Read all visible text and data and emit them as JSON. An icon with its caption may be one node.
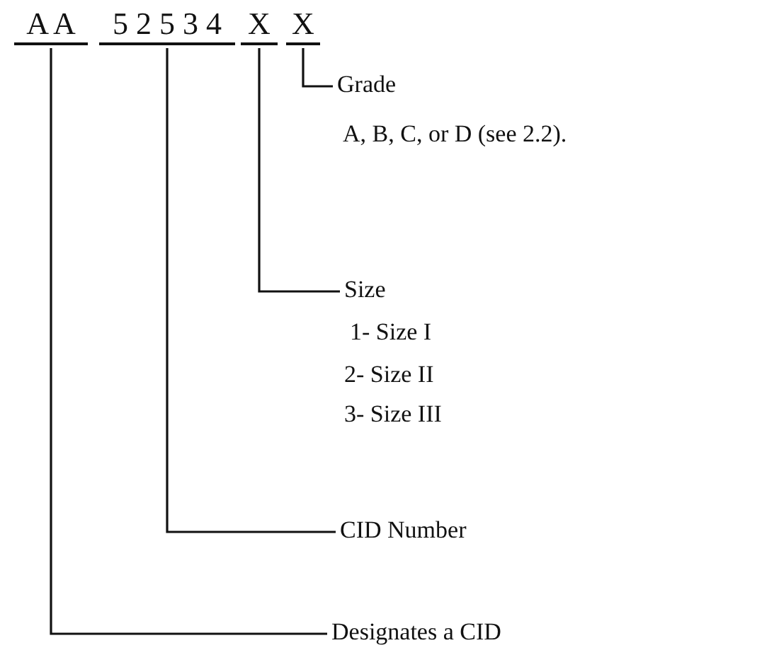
{
  "diagram": {
    "nodes": [
      {
        "text": [
          "A A"
        ]
      },
      {
        "text": [
          "5 2 5 3 4"
        ]
      },
      {
        "text": [
          "X"
        ]
      },
      {
        "text": [
          "X"
        ]
      },
      {
        "text": [
          "Grade",
          "A, B, C, or D (see 2.2)."
        ]
      },
      {
        "text": [
          "Size",
          "1- Size I",
          "2- Size II",
          "3- Size III"
        ]
      },
      {
        "text": [
          "CID Number"
        ]
      },
      {
        "text": [
          "Designates a CID"
        ]
      }
    ],
    "edges": [
      {
        "from": 3,
        "to": 4,
        "arrow": "none"
      },
      {
        "from": 2,
        "to": 5,
        "arrow": "none"
      },
      {
        "from": 1,
        "to": 6,
        "arrow": "none"
      },
      {
        "from": 0,
        "to": 7,
        "arrow": "none"
      }
    ]
  }
}
